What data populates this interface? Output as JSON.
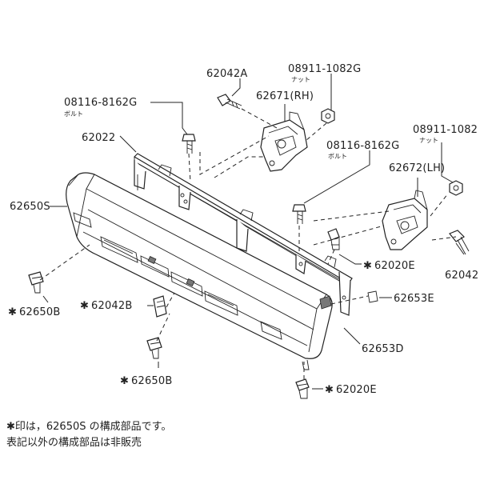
{
  "labels": {
    "p62042a": "62042A",
    "p08911_top": "08911-1082G",
    "p08911_top_sub": "ナット",
    "p08116_top": "08116-8162G",
    "p08116_top_sub": "ボルト",
    "p62671": "62671(RH)",
    "p62022": "62022",
    "p08116_mid": "08116-8162G",
    "p08116_mid_sub": "ボルト",
    "p08911_right": "08911-1082",
    "p08911_right_sub": "ナット",
    "p62672": "62672(LH)",
    "p62650s": "62650S",
    "p62020e_mid": "62020E",
    "p62042_right": "62042",
    "p62650b_left": "62650B",
    "p62042b": "62042B",
    "p62653e": "62653E",
    "p62653d": "62653D",
    "p62650b_bottom": "62650B",
    "p62020e_bottom": "62020E",
    "asterisk": "✱"
  },
  "notes": {
    "line1": "✱印は，62650S の構成部品です。",
    "line2": "表記以外の構成部品は非販売"
  }
}
